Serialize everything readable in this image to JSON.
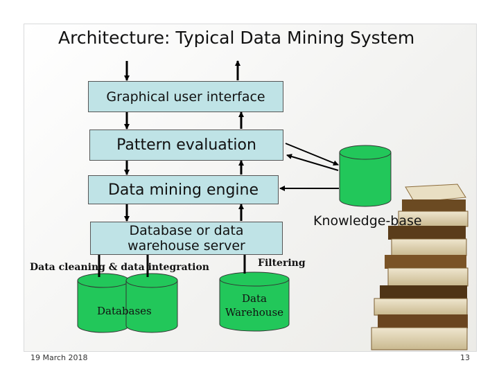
{
  "slide": {
    "title": "Architecture: Typical Data Mining System",
    "date": "19 March 2018",
    "page_number": "13"
  },
  "diagram": {
    "gui_label": "Graphical user interface",
    "pattern_label": "Pattern evaluation",
    "engine_label": "Data mining engine",
    "server_label_line1": "Database or data",
    "server_label_line2": "warehouse server",
    "knowledge_label": "Knowledge-base",
    "cleaning_label": "Data cleaning & data integration",
    "filtering_label": "Filtering",
    "databases_label": "Databases",
    "warehouse_label_line1": "Data",
    "warehouse_label_line2": "Warehouse"
  },
  "colors": {
    "box_fill": "#bfe3e6",
    "cylinder_fill": "#22c75a",
    "arrow": "#000000"
  },
  "icons": {
    "book_stack": "book-stack-illustration"
  }
}
